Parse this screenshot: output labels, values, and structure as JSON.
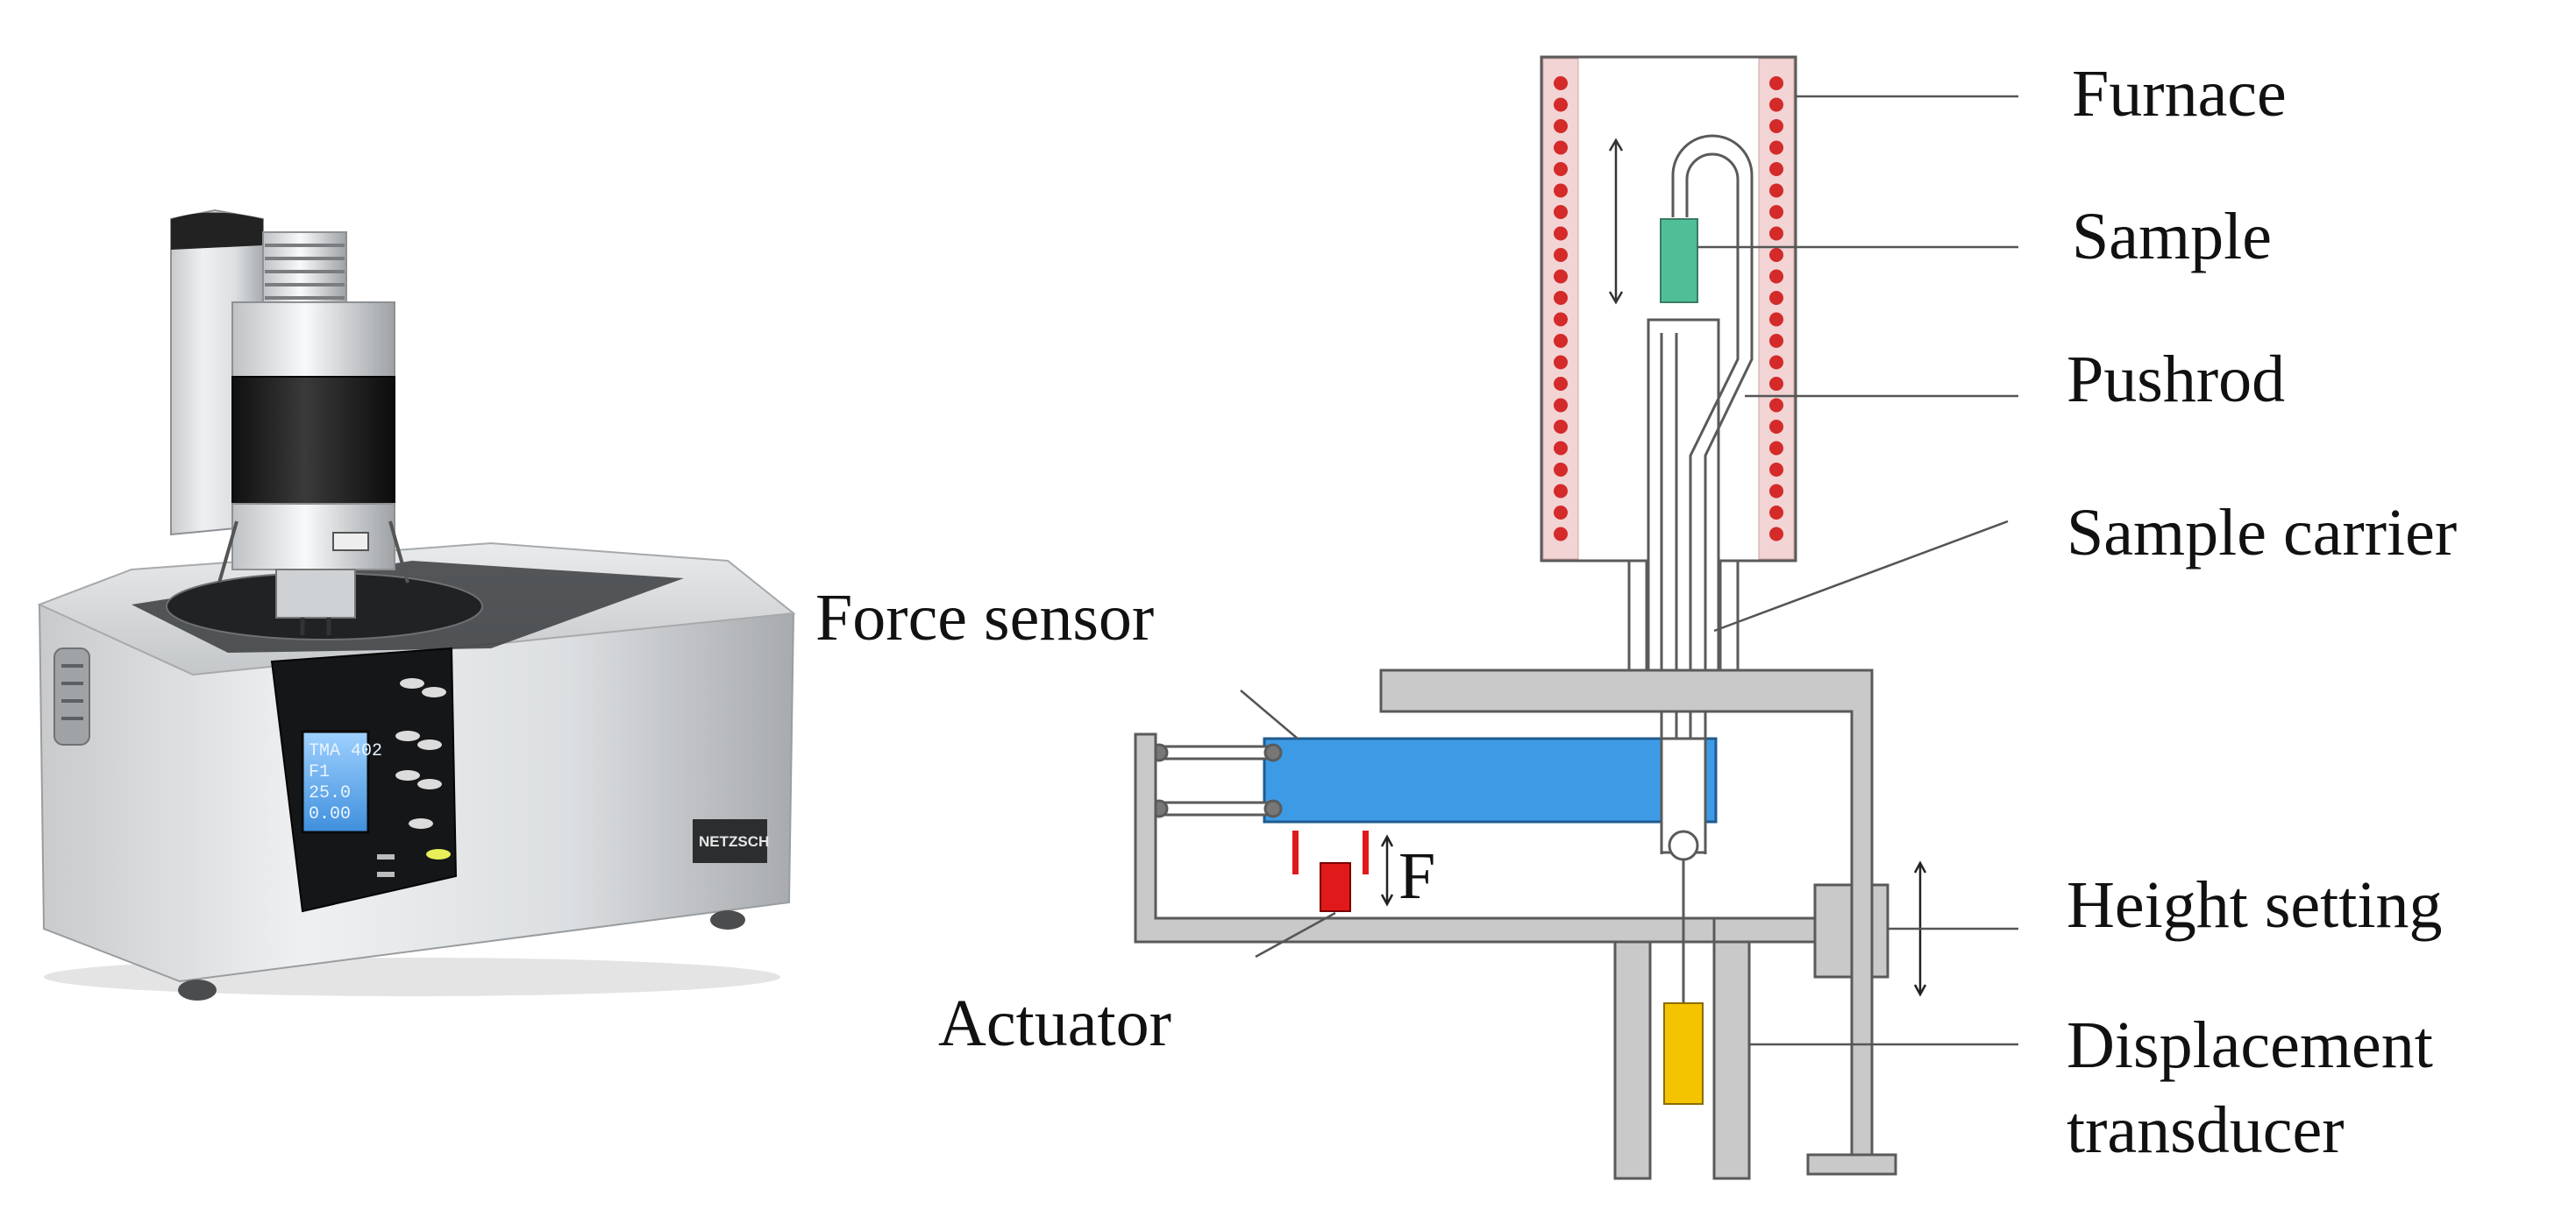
{
  "labels": {
    "furnace": "Furnace",
    "sample": "Sample",
    "pushrod": "Pushrod",
    "sample_carrier": "Sample carrier",
    "force_sensor": "Force sensor",
    "height_setting": "Height setting",
    "actuator": "Actuator",
    "displacement_line1": "Displacement",
    "displacement_line2": "transducer",
    "force_symbol": "F"
  },
  "instrument": {
    "brand": "NETZSCH",
    "display_lines": [
      "TMA 402",
      "F1",
      "25.0",
      "0.00"
    ]
  },
  "colors": {
    "heater_dot": "#d42a2a",
    "furnace_wall": "#f2d4d4",
    "sample": "#4fbf98",
    "force_sensor": "#3d9be6",
    "actuator": "#e01a1a",
    "transducer": "#f5c400",
    "frame_fill": "#c9c9c9",
    "frame_dark": "#8c8c8c",
    "leader_line": "#555555"
  }
}
